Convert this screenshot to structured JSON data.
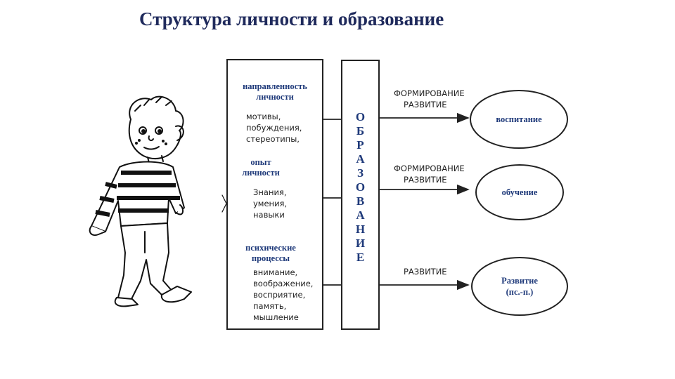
{
  "title": "Структура личности и образование",
  "left_block": {
    "section1": {
      "heading_1": "направленность",
      "heading_2": "личности",
      "items": [
        "мотивы,",
        "побуждения,",
        "стереотипы,"
      ]
    },
    "section2": {
      "heading_1": "опыт",
      "heading_2": "личности",
      "items": [
        "Знания,",
        "умения,",
        "навыки"
      ]
    },
    "section3": {
      "heading_1": "психические",
      "heading_2": "процессы",
      "items": [
        "внимание,",
        "воображение,",
        "восприятие,",
        "память,",
        "мышление"
      ]
    }
  },
  "center_letters": [
    "О",
    "Б",
    "Р",
    "А",
    "З",
    "О",
    "В",
    "А",
    "Н",
    "И",
    "Е"
  ],
  "arrows": [
    {
      "label_1": "ФОРМИРОВАНИЕ",
      "label_2": "РАЗВИТИЕ"
    },
    {
      "label_1": "ФОРМИРОВАНИЕ",
      "label_2": "РАЗВИТИЕ"
    },
    {
      "label_1": "РАЗВИТИЕ"
    }
  ],
  "outcomes": [
    {
      "line_1": "воспитание"
    },
    {
      "line_1": "обучение"
    },
    {
      "line_1": "Развитие",
      "line_2": "(пс.-п.)"
    }
  ],
  "colors": {
    "accent": "#1f3a7a",
    "title": "#1f2a5c",
    "line": "#222222"
  },
  "illustration": "walking-boy"
}
